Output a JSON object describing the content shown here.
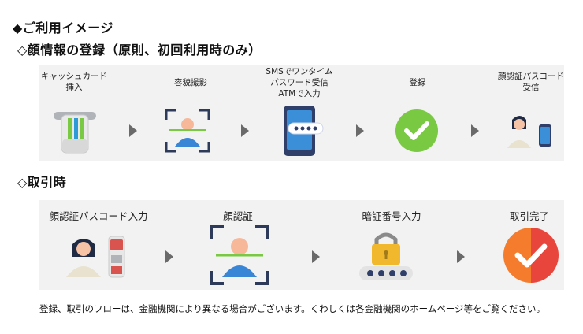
{
  "title": "◆ご利用イメージ",
  "section_register": {
    "heading": "◇顔情報の登録（原則、初回利用時のみ）",
    "steps": [
      {
        "label_lines": [
          "キャッシュカード",
          "挿入"
        ]
      },
      {
        "label_lines": [
          "容貌撮影"
        ]
      },
      {
        "label_lines": [
          "SMSでワンタイム",
          "パスワード受信",
          "ATMで入力"
        ]
      },
      {
        "label_lines": [
          "登録"
        ]
      },
      {
        "label_lines": [
          "顔認証パスコード",
          "受信"
        ]
      }
    ]
  },
  "section_transaction": {
    "heading": "◇取引時",
    "steps": [
      {
        "label": "顔認証パスコード入力"
      },
      {
        "label": "顔認証"
      },
      {
        "label": "暗証番号入力"
      },
      {
        "label": "取引完了"
      }
    ]
  },
  "note": "登録、取引のフローは、金融機関により異なる場合がございます。くわしくは各金融機関のホームページ等をご覧ください。",
  "colors": {
    "green_check": "#7ac943",
    "red_check": "#e8453c",
    "orange_check": "#f47c2c",
    "scan_frame": "#2d3a5a",
    "scan_line": "#7ac943",
    "phone": "#2f3f6a",
    "lock": "#f1b82d"
  }
}
